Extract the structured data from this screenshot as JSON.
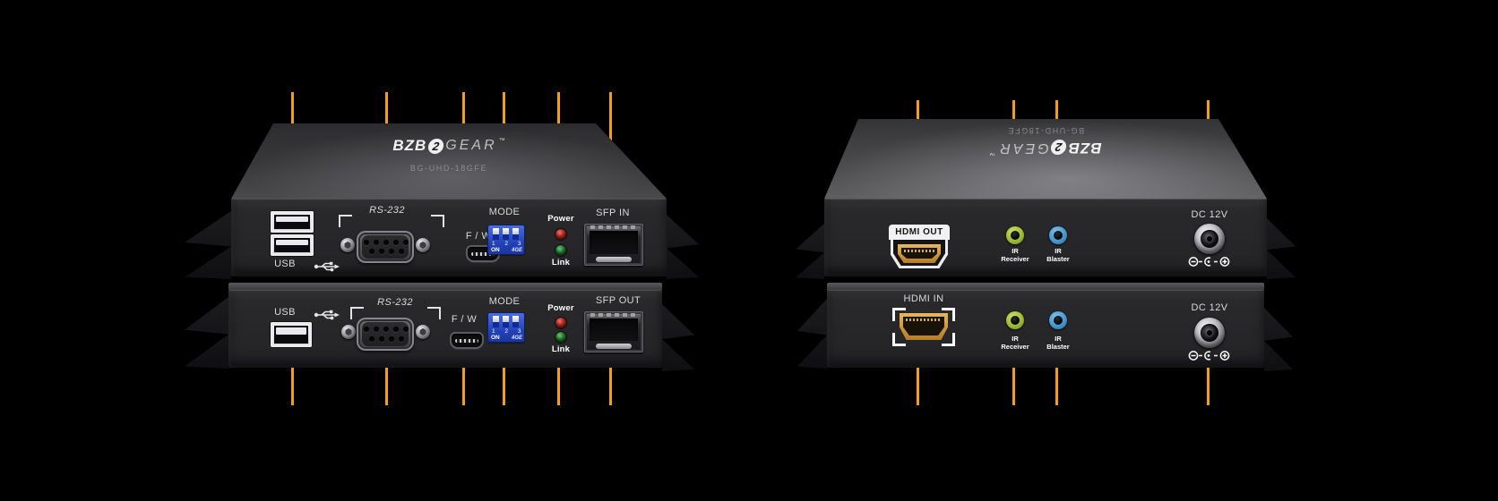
{
  "scene": {
    "description": "BZBGEAR UHD fiber extender set, transmitter and receiver units stacked, with orange port callout lines",
    "colors": {
      "background": "#000000",
      "callout_orange": "#F49C1B",
      "chassis_front": "#28282A",
      "chassis_top": "#3E3E40",
      "dip_blue": "#2B4FC4",
      "hdmi_gold": "#C9922F",
      "ir_receiver_green": "#A8C43F",
      "ir_blaster_blue": "#4D9FD7",
      "led_power_red": "#B12B20",
      "led_link_green": "#20702C"
    }
  },
  "brand": {
    "logo_prefix": "BZB",
    "logo_badge": "2",
    "logo_suffix": "GEAR",
    "logo_reg": "™",
    "model": "BG-UHD-18GFE"
  },
  "left_top": {
    "usb_label": "USB",
    "rs232_label": "RS-232",
    "fw_label": "F / W",
    "mode_label": "MODE",
    "dip_numbers": "1 2 3",
    "dip_on_label": "ON",
    "dip_mark": "4GE",
    "power_label": "Power",
    "link_label": "Link",
    "sfp_label": "SFP IN"
  },
  "left_bottom": {
    "usb_label": "USB",
    "rs232_label": "RS-232",
    "fw_label": "F / W",
    "mode_label": "MODE",
    "dip_numbers": "1 2 3",
    "dip_on_label": "ON",
    "dip_mark": "4GE",
    "power_label": "Power",
    "link_label": "Link",
    "sfp_label": "SFP OUT"
  },
  "right_top": {
    "hdmi_label": "HDMI OUT",
    "ir_receiver_line1": "IR",
    "ir_receiver_line2": "Receiver",
    "ir_blaster_line1": "IR",
    "ir_blaster_line2": "Blaster",
    "dc_label": "DC 12V"
  },
  "right_bottom": {
    "hdmi_label": "HDMI IN",
    "ir_receiver_line1": "IR",
    "ir_receiver_line2": "Receiver",
    "ir_blaster_line1": "IR",
    "ir_blaster_line2": "Blaster",
    "dc_label": "DC 12V"
  }
}
